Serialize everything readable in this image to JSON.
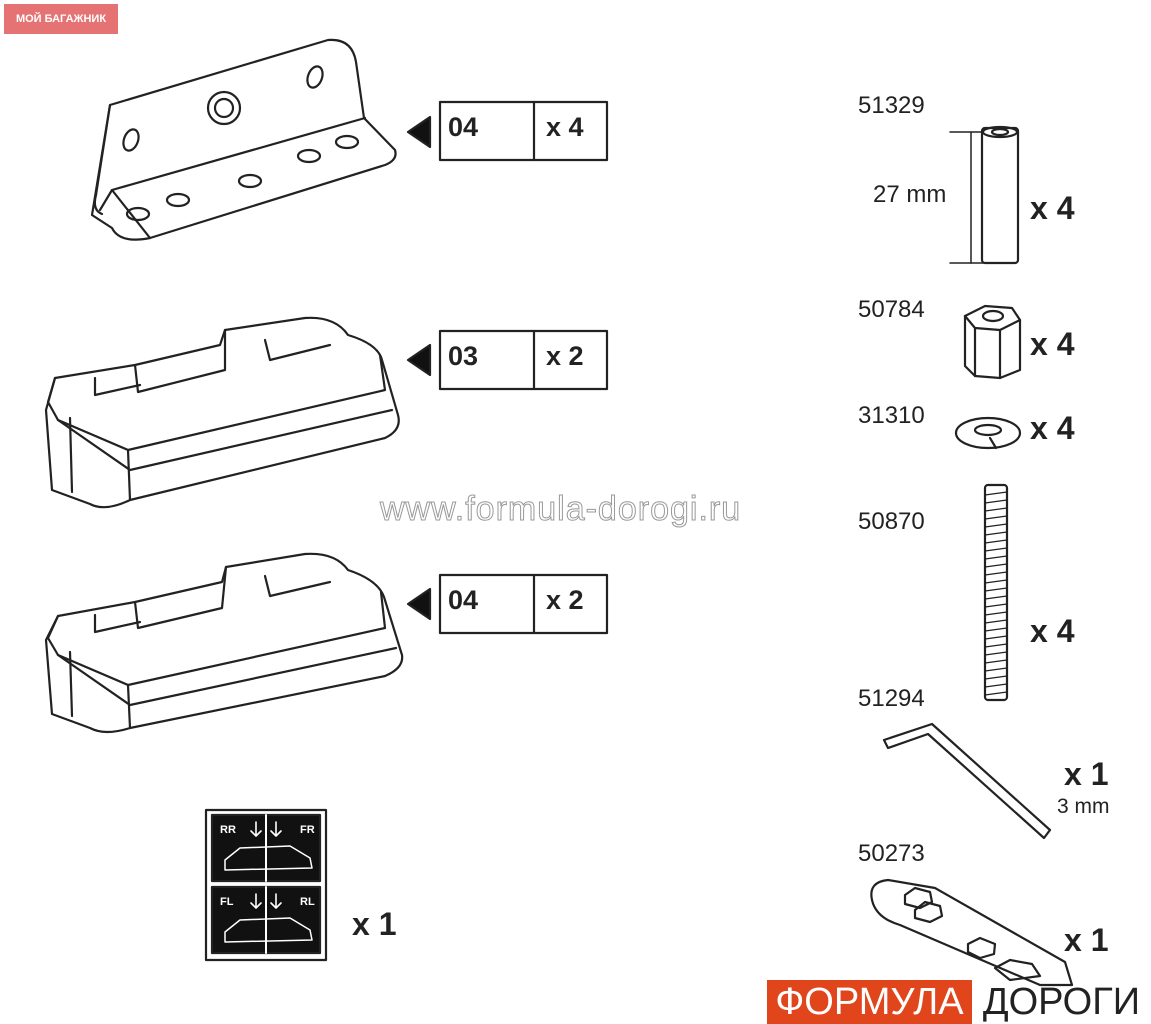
{
  "badge": "МОЙ БАГАЖНИК",
  "watermark": "www.formula-dorogi.ru",
  "left_parts": [
    {
      "code": "04",
      "qty": "x 4"
    },
    {
      "code": "03",
      "qty": "x 2"
    },
    {
      "code": "04",
      "qty": "x 2"
    }
  ],
  "sticker": {
    "labels": [
      "RR",
      "FR",
      "FL",
      "RL"
    ],
    "qty": "x 1"
  },
  "right_parts": [
    {
      "number": "51329",
      "qty": "x 4",
      "dimension": "27 mm"
    },
    {
      "number": "50784",
      "qty": "x 4"
    },
    {
      "number": "31310",
      "qty": "x 4"
    },
    {
      "number": "50870",
      "qty": "x 4"
    },
    {
      "number": "51294",
      "qty": "x 1",
      "dimension": "3 mm"
    },
    {
      "number": "50273",
      "qty": "x 1"
    }
  ],
  "brand": {
    "red": "ФОРМУЛА",
    "black": "ДОРОГИ",
    "accent": "#e0451c"
  }
}
